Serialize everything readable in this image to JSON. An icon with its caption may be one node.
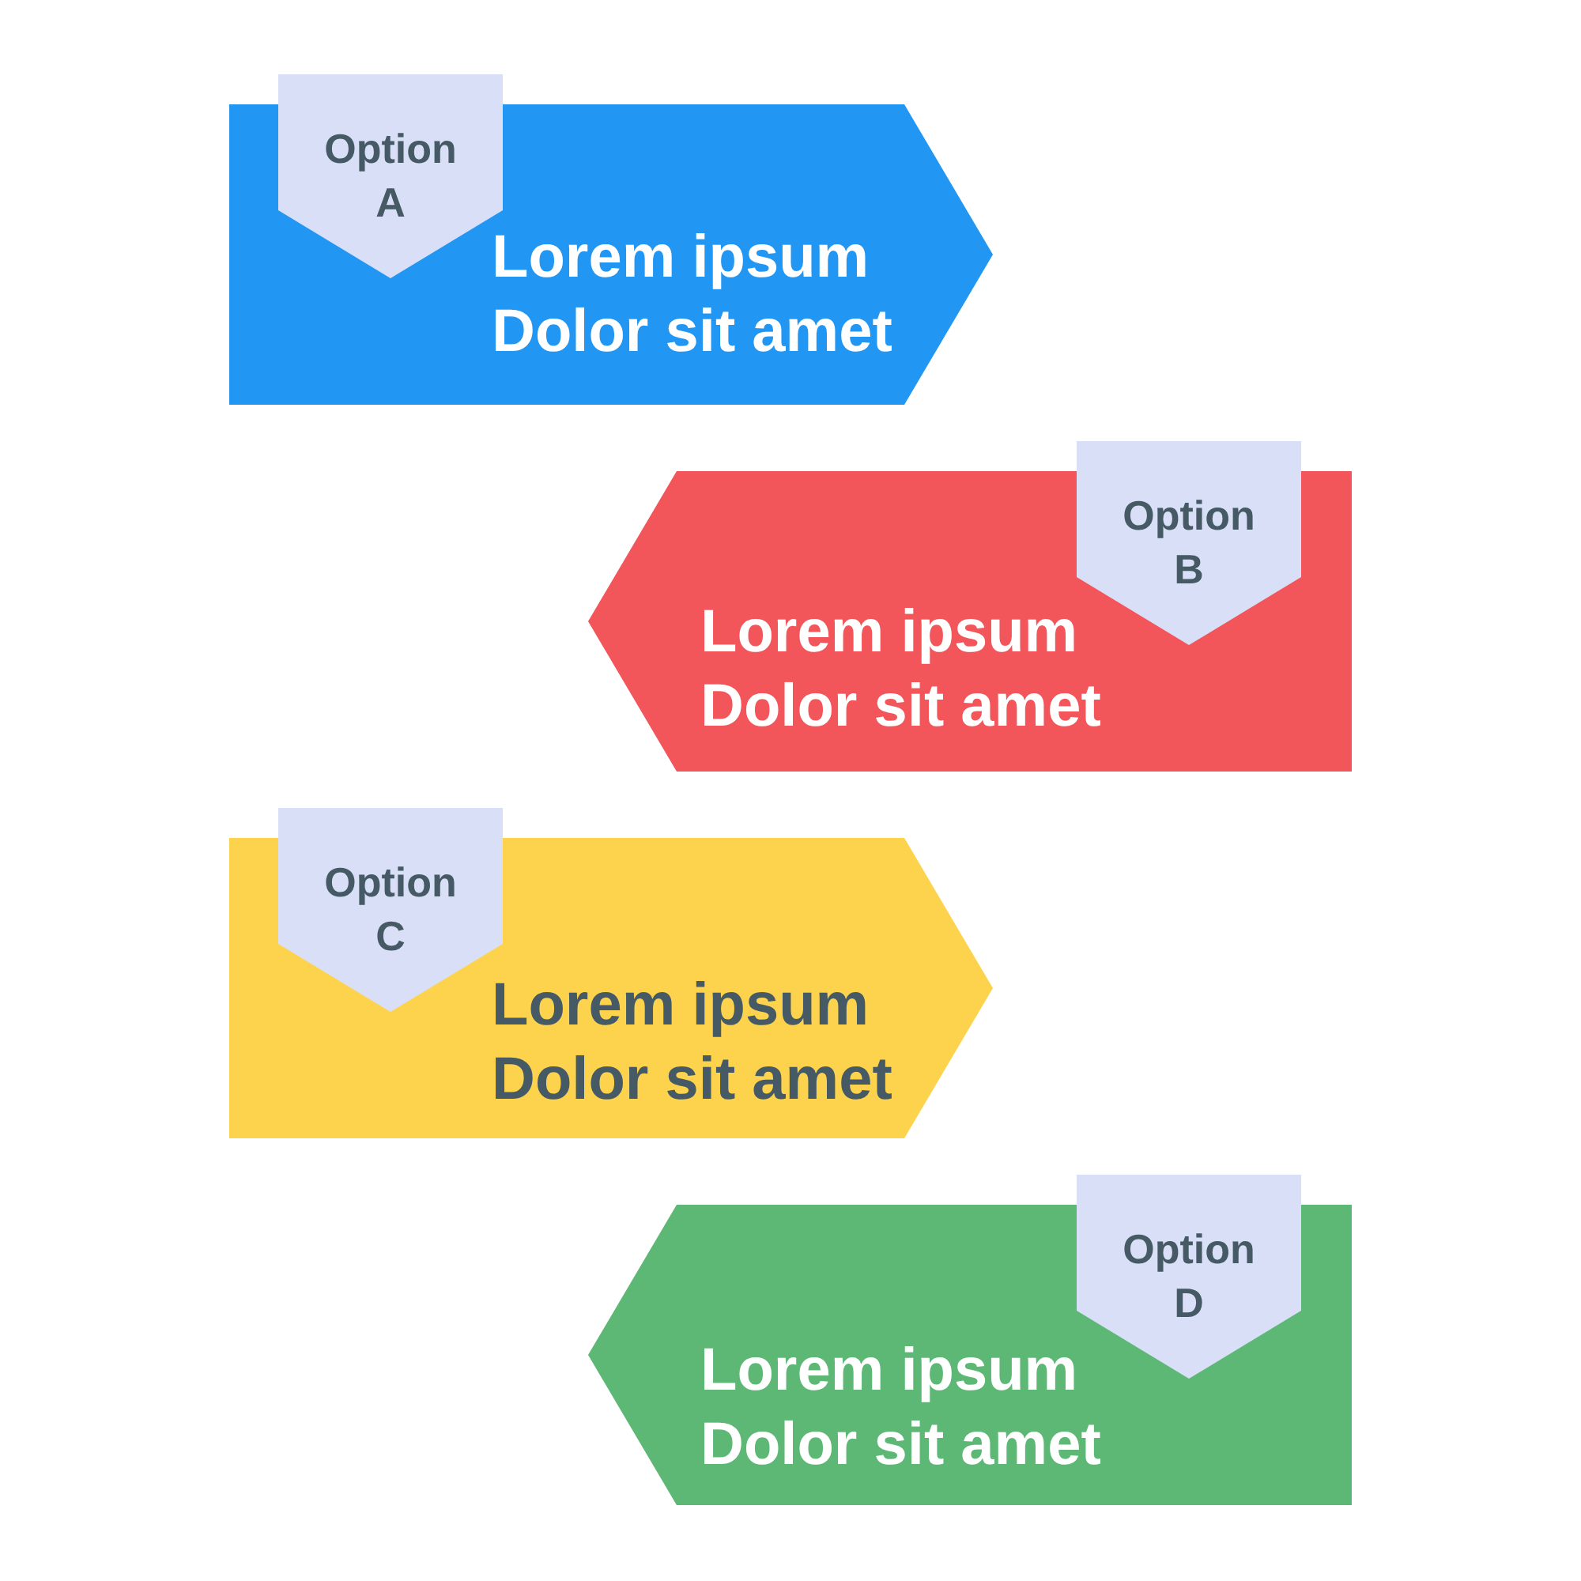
{
  "diagram": {
    "nodes": [
      {
        "text": [
          "Option A"
        ]
      },
      {
        "text": [
          "Lorem ipsum Dolor sit amet"
        ]
      },
      {
        "text": [
          "Option B"
        ]
      },
      {
        "text": [
          "Lorem ipsum Dolor sit amet"
        ]
      },
      {
        "text": [
          "Option C"
        ]
      },
      {
        "text": [
          "Lorem ipsum Dolor sit amet"
        ]
      },
      {
        "text": [
          "Option D"
        ]
      },
      {
        "text": [
          "Lorem ipsum Dolor sit amet"
        ]
      }
    ]
  }
}
